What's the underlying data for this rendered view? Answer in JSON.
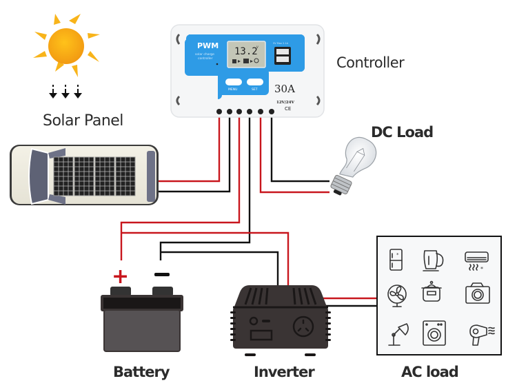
{
  "labels": {
    "solar_panel": "Solar Panel",
    "controller": "Controller",
    "dc_load": "DC Load",
    "battery": "Battery",
    "inverter": "Inverter",
    "ac_load": "AC load"
  },
  "controller": {
    "type": "PWM",
    "subtitle_line1": "solar charge",
    "subtitle_line2": "controller",
    "display_voltage": "13.2",
    "display_unit": "V",
    "usb_label": "5V Max 2.1A",
    "menu_button": "MENU",
    "set_button": "SET",
    "rating": "30A",
    "voltage_rating": "12V/24V",
    "ce_mark": "CE",
    "terminal_count": 6
  },
  "battery": {
    "positive_symbol": "+",
    "negative_symbol": "−"
  },
  "ac_load": {
    "appliances": [
      "refrigerator",
      "kettle",
      "air-conditioner",
      "fan",
      "rice-cooker",
      "camera",
      "desk-lamp",
      "washing-machine",
      "hair-dryer"
    ]
  },
  "colors": {
    "positive_wire": "#c8161d",
    "negative_wire": "#111111",
    "controller_panel": "#2e9be6",
    "sun": "#f8a818",
    "device_dark": "#3a3434"
  }
}
